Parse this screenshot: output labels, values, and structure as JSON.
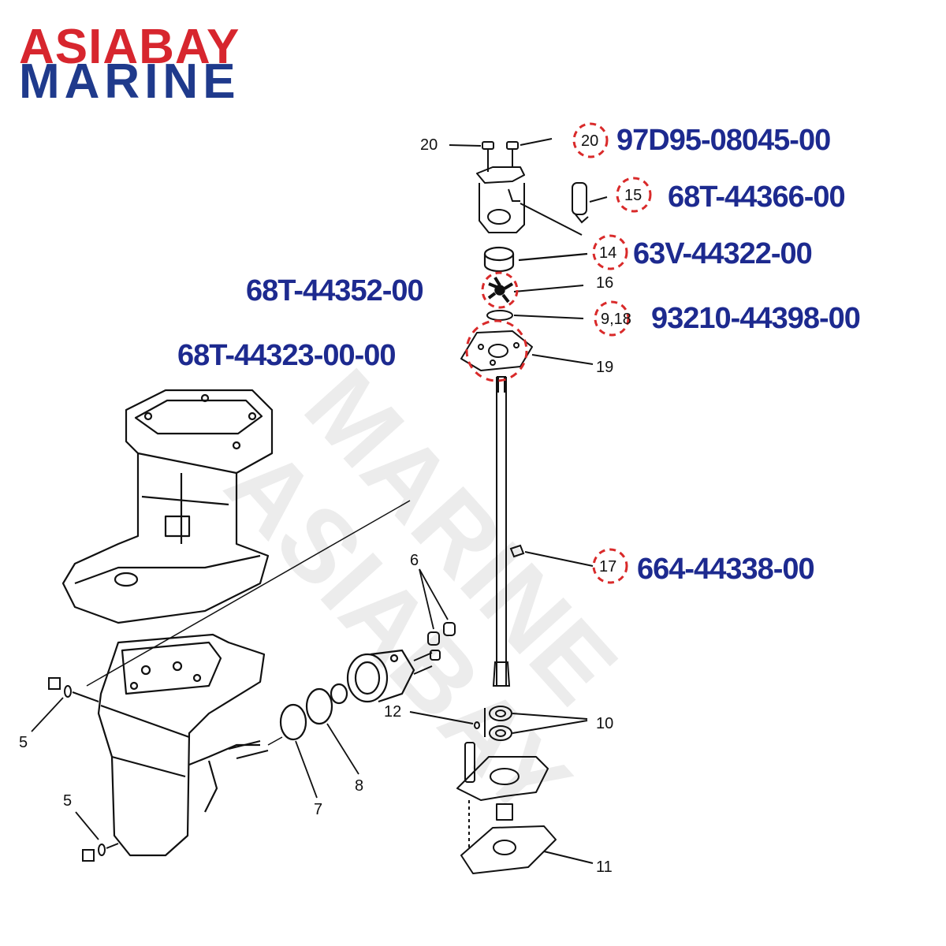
{
  "brand": {
    "line1": "ASIABAY",
    "line2": "MARINE",
    "color_line1": "#d7262e",
    "color_line2": "#1f3a8c"
  },
  "watermark": {
    "line1": "ASIABAY",
    "line2": "MARINE"
  },
  "colors": {
    "part_number_fill": "#1d2a8f",
    "part_number_outline": "#ffffff",
    "highlight_circle": "#d92a2a",
    "drawing": "#111111"
  },
  "ref_labels": {
    "r20_left": "20",
    "r20": "20",
    "r15": "15",
    "r14": "14",
    "r16": "16",
    "r9_18": "9,18",
    "r19": "19",
    "r17": "17",
    "r6": "6",
    "r5_top": "5",
    "r5_bottom": "5",
    "r12": "12",
    "r10": "10",
    "r8": "8",
    "r7": "7",
    "r11": "11"
  },
  "part_numbers": {
    "p20": "97D95-08045-00",
    "p15": "68T-44366-00",
    "p14": "63V-44322-00",
    "p16": "68T-44352-00",
    "p9_18": "93210-44398-00",
    "p19": "68T-44323-00-00",
    "p17": "664-44338-00"
  }
}
